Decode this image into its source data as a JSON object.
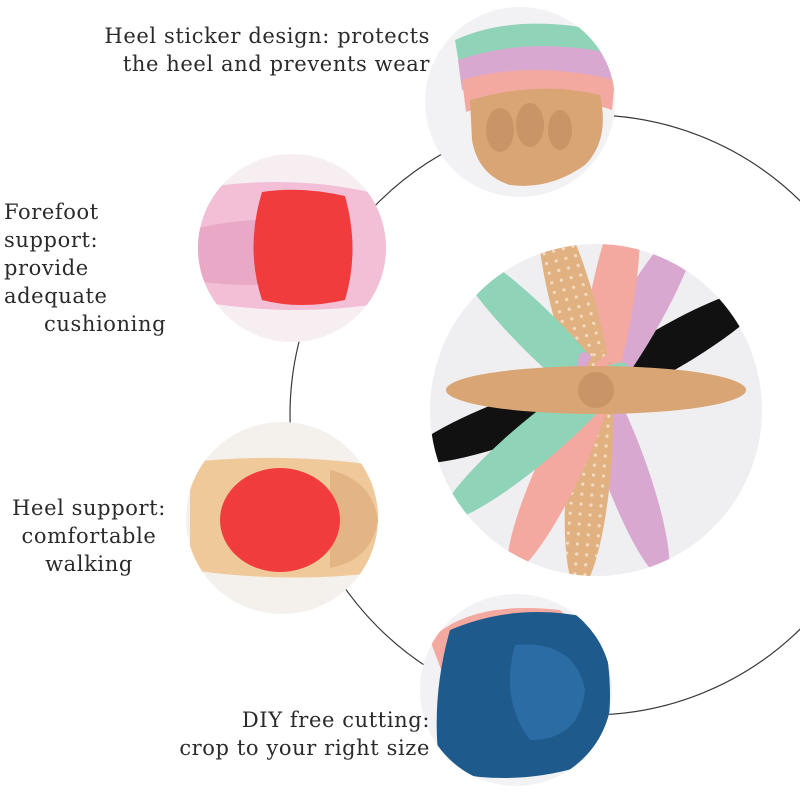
{
  "captions": {
    "heel_sticker": {
      "line1": "Heel sticker design: protects",
      "line2": "the heel and prevents wear"
    },
    "forefoot": {
      "line1": "Forefoot support:",
      "line2": "provide adequate",
      "line3": "cushioning"
    },
    "heel_support": {
      "line1": "Heel support:",
      "line2": "comfortable",
      "line3": "walking"
    },
    "diy": {
      "line1": "DIY free cutting:",
      "line2": "crop to your right size"
    }
  },
  "colors": {
    "ring_line": "#3a3a3a",
    "highlight_red": "#f03c3c",
    "insole_tan": "#d9a574",
    "insole_pink": "#f4a9a0",
    "insole_lilac": "#d8a8d0",
    "insole_mint": "#8fd3b8",
    "insole_black": "#111111",
    "insole_blue": "#1f5a8c",
    "bubble_bg": "#efeef0"
  },
  "images": [
    "heel-sticker-stack-photo",
    "forefoot-support-photo",
    "insole-fan-photo",
    "heel-support-photo",
    "diy-cutting-photo"
  ]
}
